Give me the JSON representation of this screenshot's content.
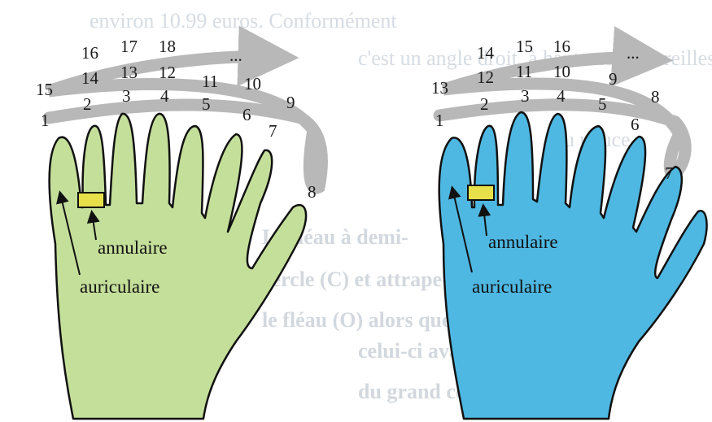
{
  "colors": {
    "left_hand": "#c4df9a",
    "right_hand": "#4eb8e2",
    "ring": "#e8e04a",
    "arrow": "#b8b8b8",
    "background_text": "#d6dce2"
  },
  "background_text": [
    "environ 10.99 euros.  Conformément",
    "c'est un angle droit, à hauteurs des oreilles",
    "du pouce",
    "Le fléau à demi-",
    "cercle (C) et attrape",
    "le fléau (O) alors que",
    "celui-ci avance un quart",
    "du grand cercle."
  ],
  "left_diagram": {
    "finger_numbers": [
      "1",
      "2",
      "3",
      "4",
      "5",
      "6",
      "7",
      "8"
    ],
    "row2": [
      "15",
      "14",
      "13",
      "12",
      "11",
      "10",
      "9"
    ],
    "row3": [
      "16",
      "17",
      "18",
      "..."
    ],
    "ring_label": "annulaire",
    "pinky_label": "auriculaire"
  },
  "right_diagram": {
    "finger_numbers": [
      "1",
      "2",
      "3",
      "4",
      "5",
      "6",
      "7"
    ],
    "row2": [
      "13",
      "12",
      "11",
      "10",
      "9",
      "8"
    ],
    "row3": [
      "14",
      "15",
      "16",
      "..."
    ],
    "ring_label": "annulaire",
    "pinky_label": "auriculaire"
  }
}
